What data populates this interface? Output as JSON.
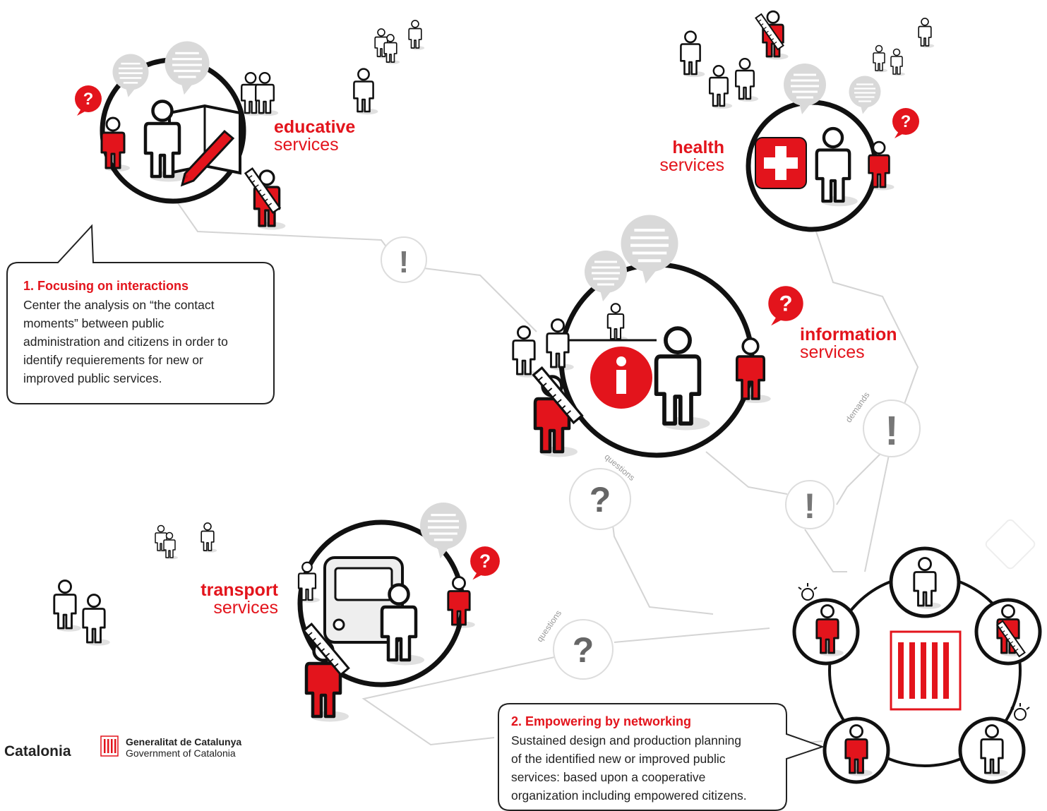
{
  "services": {
    "educative": {
      "title": "educative",
      "subtitle": "services"
    },
    "health": {
      "title": "health",
      "subtitle": "services"
    },
    "information": {
      "title": "information",
      "subtitle": "services"
    },
    "transport": {
      "title": "transport",
      "subtitle": "services"
    }
  },
  "callouts": {
    "interactions": {
      "heading": "1. Focusing on interactions",
      "lines": [
        "Center the analysis on “the contact",
        "moments” between public",
        "administration and citizens in order to",
        "identify requierements for new or",
        "improved public services."
      ]
    },
    "networking": {
      "heading": "2. Empowering by networking",
      "lines": [
        "Sustained design and production planning",
        "of the identified new or improved public",
        "services: based upon a cooperative",
        "organization including empowered citizens."
      ]
    }
  },
  "connector_labels": {
    "questions_1": "questions",
    "questions_2": "questions",
    "demands": "demands"
  },
  "footer": {
    "catalonia": "Catalonia",
    "gen_line1": "Generalitat de Catalunya",
    "gen_line2": "Government of Catalonia"
  },
  "colors": {
    "accent": "#e3141c",
    "outline": "#111111",
    "connector": "#cfcfcf",
    "figure_fill": "#ffffff"
  }
}
